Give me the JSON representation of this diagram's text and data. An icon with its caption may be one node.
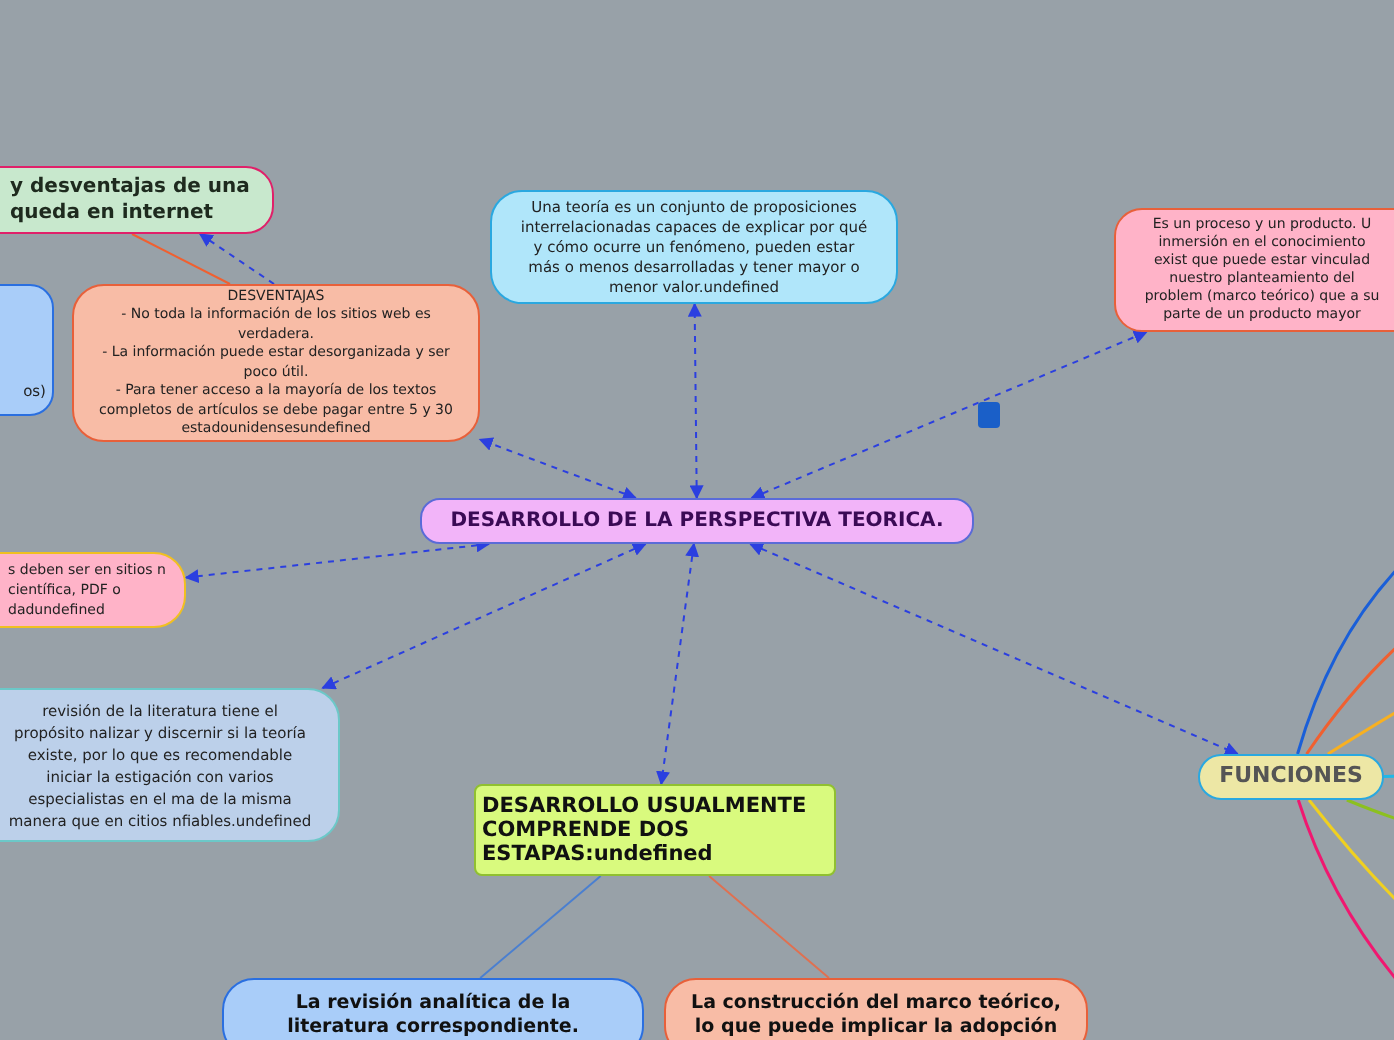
{
  "diagram": {
    "nodes": [
      {
        "text": [
          "DESARROLLO DE LA PERSPECTIVA TEORICA."
        ]
      },
      {
        "text": [
          "y desventajas de una queda en internet"
        ]
      },
      {
        "text": [
          "os)"
        ]
      },
      {
        "text": [
          "DESVENTAJAS",
          "- No toda la información de los sitios web es verdadera.",
          "- La información puede estar desorganizada y ser poco útil.",
          "- Para tener acceso a la mayoría de los textos completos de artículos se debe pagar entre 5 y 30 estadounidensesundefined"
        ]
      },
      {
        "text": [
          "Una teoría es un conjunto de proposiciones interrelacionadas capaces de explicar por qué y cómo ocurre un fenómeno, pueden estar más o menos desarrolladas y tener mayor o menor valor.undefined"
        ]
      },
      {
        "text": [
          "Es un proceso y un producto. U inmersión en el conocimiento exist que puede estar vinculad nuestro planteamiento del problem (marco teórico) que a su parte de un producto mayor"
        ]
      },
      {
        "text": [
          "s deben ser en sitios n científica, PDF o dadundefined"
        ]
      },
      {
        "text": [
          "revisión de la literatura tiene el propósito nalizar y discernir si la teoría existe, por lo que es recomendable iniciar la estigación con varios especialistas en el ma de la misma manera que en citios nfiables.undefined"
        ]
      },
      {
        "text": [
          "DESARROLLO USUALMENTE COMPRENDE DOS ESTAPAS:undefined"
        ]
      },
      {
        "text": [
          "La revisión analítica de la literatura correspondiente."
        ]
      },
      {
        "text": [
          "La construcción del marco teórico, lo que puede implicar la adopción"
        ]
      },
      {
        "text": [
          "FUNCIONES"
        ]
      }
    ],
    "edges": [
      {
        "from": 0,
        "to": 3,
        "arrow": "both",
        "style": "dashed"
      },
      {
        "from": 3,
        "to": 1,
        "arrow": "to",
        "style": "dashed"
      },
      {
        "from": 3,
        "to": 1,
        "arrow": "none",
        "color": "#f06030"
      },
      {
        "from": 0,
        "to": 4,
        "arrow": "both",
        "style": "dashed"
      },
      {
        "from": 0,
        "to": 5,
        "arrow": "both",
        "style": "dashed"
      },
      {
        "from": 0,
        "to": 6,
        "arrow": "both",
        "style": "dashed"
      },
      {
        "from": 0,
        "to": 7,
        "arrow": "both",
        "style": "dashed"
      },
      {
        "from": 0,
        "to": 8,
        "arrow": "both",
        "style": "dashed"
      },
      {
        "from": 0,
        "to": 11,
        "arrow": "both",
        "style": "dashed"
      },
      {
        "from": 8,
        "to": 9,
        "arrow": "none",
        "color": "#4a7fd0"
      },
      {
        "from": 8,
        "to": 10,
        "arrow": "none",
        "color": "#e07050"
      },
      {
        "from": 11,
        "to": null,
        "arrow": "none",
        "color": "#1a5fd8"
      },
      {
        "from": 11,
        "to": null,
        "arrow": "none",
        "color": "#f06030"
      },
      {
        "from": 11,
        "to": null,
        "arrow": "none",
        "color": "#f8b020"
      },
      {
        "from": 11,
        "to": null,
        "arrow": "none",
        "color": "#20b8e8"
      },
      {
        "from": 11,
        "to": null,
        "arrow": "none",
        "color": "#8cc020"
      },
      {
        "from": 11,
        "to": null,
        "arrow": "none",
        "color": "#f0d020"
      },
      {
        "from": 11,
        "to": null,
        "arrow": "none",
        "color": "#f01870"
      }
    ]
  }
}
